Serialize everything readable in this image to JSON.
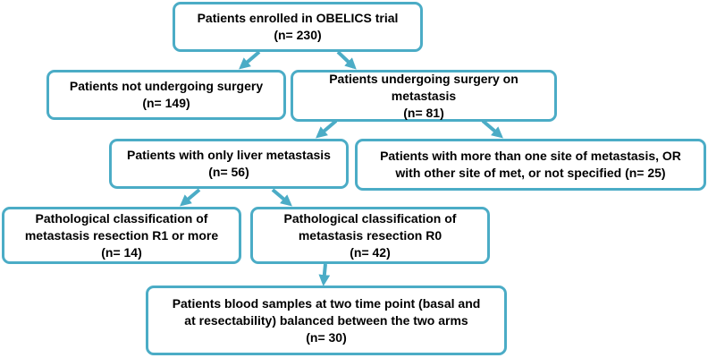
{
  "colors": {
    "border": "#4bacc6",
    "arrow": "#4bacc6",
    "text": "#000000",
    "background": "#ffffff"
  },
  "boxes": {
    "enrolled": {
      "line1": "Patients enrolled in OBELICS trial",
      "line2": "(n= 230)"
    },
    "not_surgery": {
      "line1": "Patients not undergoing surgery",
      "line2": "(n= 149)"
    },
    "surgery": {
      "line1": "Patients undergoing surgery on",
      "line2": "metastasis",
      "line3": "(n= 81)"
    },
    "liver_only": {
      "line1": "Patients with only liver metastasis",
      "line2": "(n= 56)"
    },
    "other_sites": {
      "line1": "Patients with more than one site of metastasis, OR",
      "line2": "with other site of met, or not specified (n= 25)"
    },
    "r1_more": {
      "line1": "Pathological classification of",
      "line2": "metastasis resection R1 or more",
      "line3": "(n= 14)"
    },
    "r0": {
      "line1": "Pathological classification of",
      "line2": "metastasis resection R0",
      "line3": "(n= 42)"
    },
    "blood_samples": {
      "line1": "Patients blood samples at two time point (basal and",
      "line2": "at resectability) balanced between the two arms",
      "line3": "(n= 30)"
    }
  }
}
